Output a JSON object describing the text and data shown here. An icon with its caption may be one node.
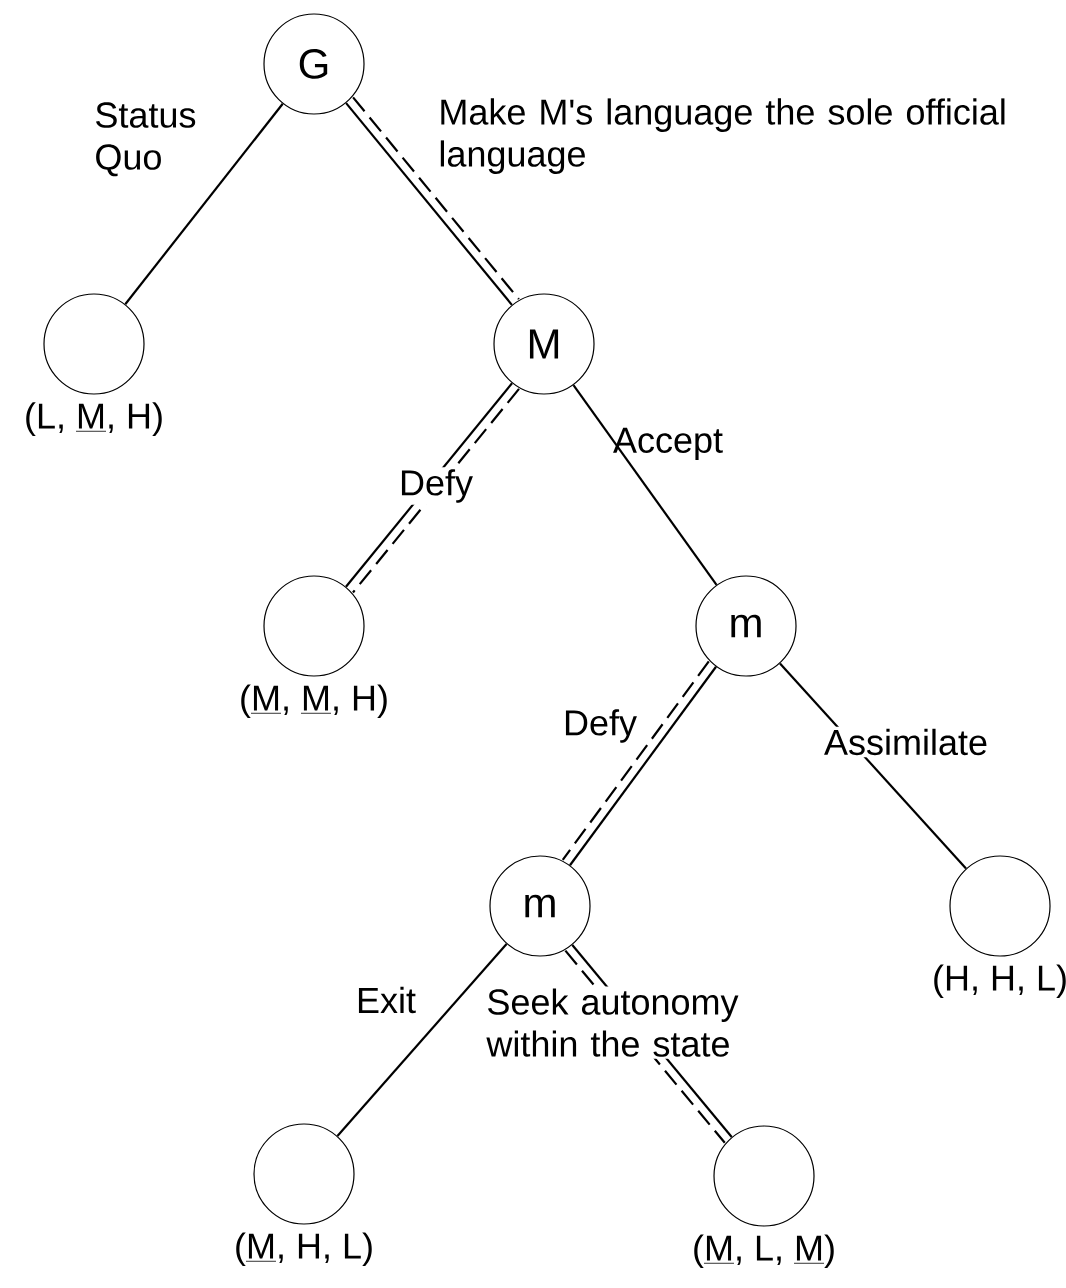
{
  "diagram": {
    "nodes": [
      {
        "text": [
          "G"
        ]
      },
      {
        "text": [],
        "shape": "circle",
        "beside": [
          "(L, M, H)"
        ]
      },
      {
        "text": [
          "M"
        ]
      },
      {
        "text": [],
        "shape": "circle",
        "beside": [
          "(M, M, H)"
        ]
      },
      {
        "text": [
          "m"
        ]
      },
      {
        "text": [
          "m"
        ]
      },
      {
        "text": [],
        "shape": "circle",
        "beside": [
          "(H, H, L)"
        ]
      },
      {
        "text": [],
        "shape": "circle",
        "beside": [
          "(M, H, L)"
        ]
      },
      {
        "text": [],
        "shape": "circle",
        "beside": [
          "(M, L, M)"
        ]
      }
    ],
    "edges": [
      {
        "from": 0,
        "to": 1,
        "arrow": "none",
        "label": "Status Quo"
      },
      {
        "from": 0,
        "to": 2,
        "arrow": "none",
        "label": "Make M's language the sole official language",
        "style": "dashed"
      },
      {
        "from": 2,
        "to": 3,
        "arrow": "none",
        "label": "Defy",
        "style": "dashed"
      },
      {
        "from": 2,
        "to": 4,
        "arrow": "none",
        "label": "Accept"
      },
      {
        "from": 4,
        "to": 5,
        "arrow": "none",
        "label": "Defy",
        "style": "dashed"
      },
      {
        "from": 4,
        "to": 6,
        "arrow": "none",
        "label": "Assimilate"
      },
      {
        "from": 5,
        "to": 7,
        "arrow": "none",
        "label": "Exit"
      },
      {
        "from": 5,
        "to": 8,
        "arrow": "none",
        "label": "Seek autonomy within the state",
        "style": "dashed"
      }
    ]
  }
}
